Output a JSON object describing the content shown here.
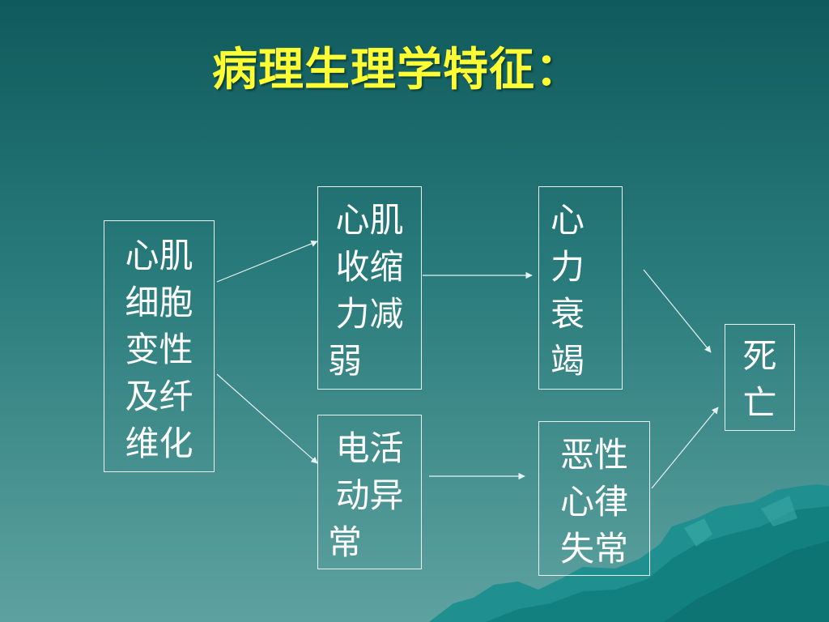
{
  "title": "病理生理学特征：",
  "nodes": {
    "degeneration": [
      "心肌",
      "细胞",
      "变性",
      "及纤",
      "维化"
    ],
    "contractility": [
      "心肌",
      "收缩",
      "力减",
      "弱"
    ],
    "electrical": [
      "电活",
      "动异",
      "常"
    ],
    "heart_failure": [
      "心",
      "力",
      "衰",
      "竭"
    ],
    "arrhythmia": [
      "恶性",
      "心律",
      "失常"
    ],
    "death": [
      "死",
      "亡"
    ]
  },
  "edges": [
    {
      "from": "心肌细胞变性及纤维化",
      "to": "心肌收缩力减弱"
    },
    {
      "from": "心肌细胞变性及纤维化",
      "to": "电活动异常"
    },
    {
      "from": "心肌收缩力减弱",
      "to": "心力衰竭"
    },
    {
      "from": "电活动异常",
      "to": "恶性心律失常"
    },
    {
      "from": "心力衰竭",
      "to": "死亡"
    },
    {
      "from": "恶性心律失常",
      "to": "死亡"
    }
  ],
  "colors": {
    "title": "#ffff33",
    "text": "#ffffff",
    "line": "#e8f2f2"
  }
}
